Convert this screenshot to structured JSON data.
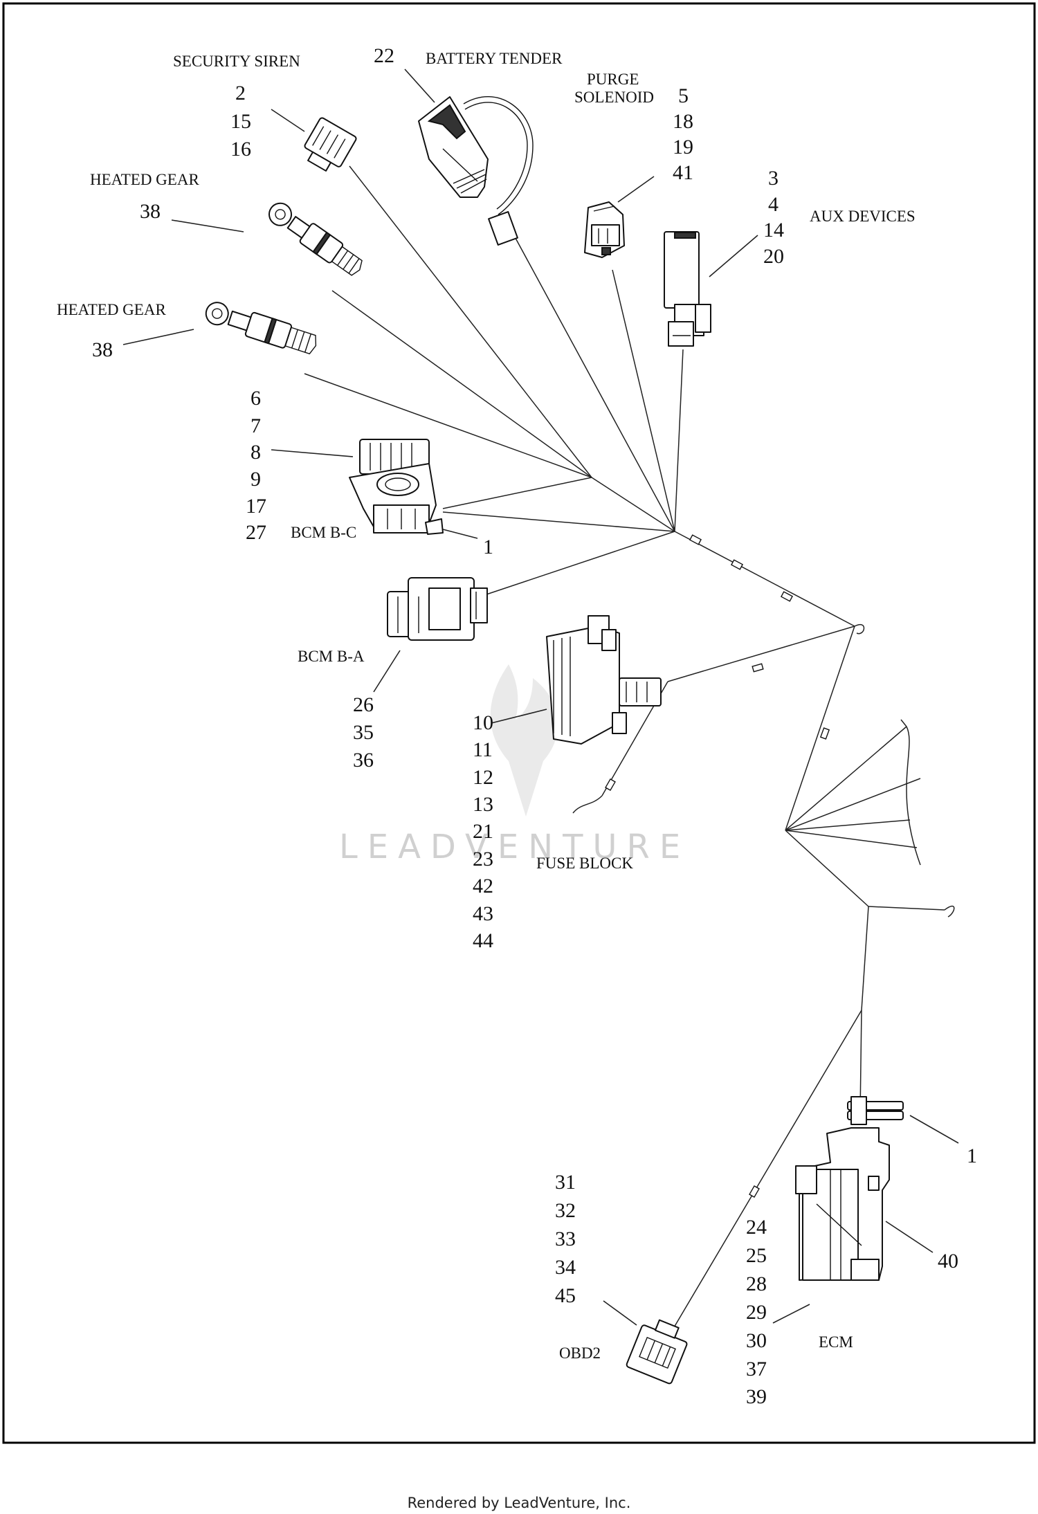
{
  "labels": {
    "security_siren": "SECURITY SIREN",
    "battery_tender": "BATTERY TENDER",
    "purge": "PURGE",
    "solenoid": "SOLENOID",
    "aux_devices": "AUX DEVICES",
    "heated_gear_1": "HEATED GEAR",
    "heated_gear_2": "HEATED GEAR",
    "bcm_bc": "BCM B-C",
    "bcm_ba": "BCM B-A",
    "fuse_block": "FUSE BLOCK",
    "obd2": "OBD2",
    "ecm": "ECM"
  },
  "callouts": {
    "security_siren": [
      "2",
      "15",
      "16"
    ],
    "battery_tender": [
      "22"
    ],
    "purge_solenoid": [
      "5",
      "18",
      "19",
      "41"
    ],
    "aux_devices": [
      "3",
      "4",
      "14",
      "20"
    ],
    "heated_gear_1": [
      "38"
    ],
    "heated_gear_2": [
      "38"
    ],
    "bcm_bc": [
      "6",
      "7",
      "8",
      "9",
      "17",
      "27"
    ],
    "bcm_bc_clip": [
      "1"
    ],
    "bcm_ba": [
      "26",
      "35",
      "36"
    ],
    "fuse_block": [
      "10",
      "11",
      "12",
      "13",
      "21",
      "23",
      "42",
      "43",
      "44"
    ],
    "obd2": [
      "31",
      "32",
      "33",
      "34",
      "45"
    ],
    "ecm": [
      "24",
      "25",
      "28",
      "29",
      "30",
      "37",
      "39"
    ],
    "ecm_clip": [
      "1"
    ],
    "ecm_bracket": [
      "40"
    ]
  },
  "watermark": "LEADVENTURE",
  "footer": "Rendered by LeadVenture, Inc."
}
